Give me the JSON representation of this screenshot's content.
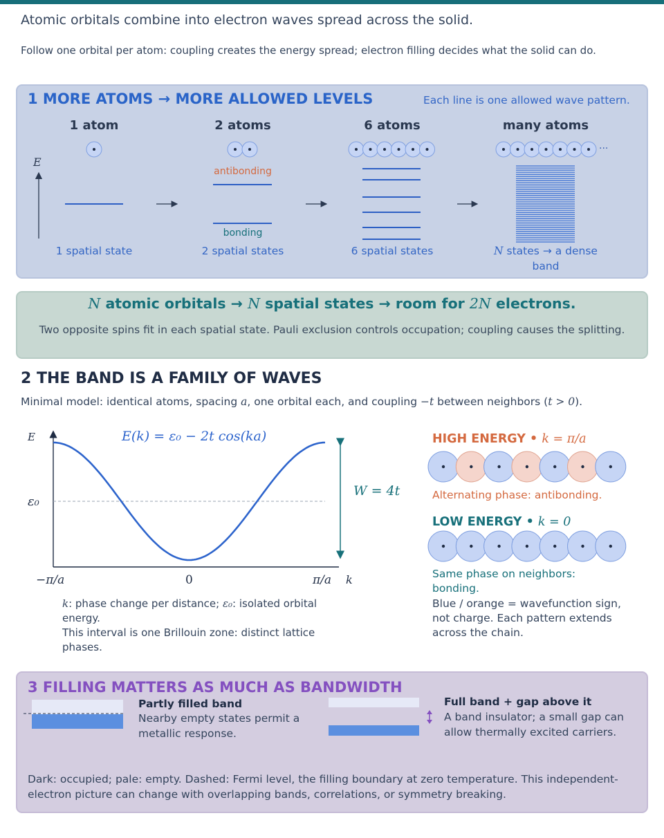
{
  "intro": {
    "title": "Atomic orbitals combine into electron waves spread across the solid.",
    "subtitle": "Follow one orbital per atom: coupling creates the energy spread; electron filling decides what the solid can do."
  },
  "section1": {
    "title": "1 MORE ATOMS → MORE ALLOWED LEVELS",
    "note": "Each line is one allowed wave pattern.",
    "energy_axis_label": "E",
    "columns": [
      {
        "heading": "1 atom",
        "caption": "1 spatial state"
      },
      {
        "heading": "2 atoms",
        "caption": "2 spatial states"
      },
      {
        "heading": "6 atoms",
        "caption": "6 spatial states"
      },
      {
        "heading": "many atoms",
        "caption_var": "N",
        "caption": " states → a dense band"
      }
    ],
    "antibonding_label": "antibonding",
    "bonding_label": "bonding",
    "ellipsis": "···"
  },
  "callout": {
    "headline_parts": [
      "N",
      " atomic orbitals → ",
      "N",
      " spatial states → room for ",
      "2N",
      " electrons."
    ],
    "body": "Two opposite spins fit in each spatial state. Pauli exclusion controls occupation; coupling causes the splitting."
  },
  "section2": {
    "title": "2 THE BAND IS A FAMILY OF WAVES",
    "subtitle_parts": [
      "Minimal model: identical atoms, spacing ",
      "a",
      ", one orbital each, and coupling ",
      "−t",
      " between neighbors (",
      "t > 0",
      ")."
    ],
    "plot": {
      "y_label": "E",
      "x_label": "k",
      "equation": "E(k) = ε₀ − 2t cos(ka)",
      "eps_label": "ε₀",
      "width_label": "W = 4t",
      "x_ticks": [
        "−π/a",
        "0",
        "π/a"
      ]
    },
    "caption_line1_var": "k",
    "caption_line1_mid": ": phase change per distance; ",
    "caption_line1_var2": "ε₀",
    "caption_line1_end": ": isolated orbital energy.",
    "caption_line2": "This interval is one Brillouin zone: distinct lattice phases.",
    "high": {
      "heading": "HIGH ENERGY • ",
      "heading_math": "k = π/a",
      "text": "Alternating phase: antibonding.",
      "phases": [
        "blue",
        "orange",
        "blue",
        "orange",
        "blue",
        "orange",
        "blue"
      ]
    },
    "low": {
      "heading": "LOW ENERGY • ",
      "heading_math": "k = 0",
      "text": "Same phase on neighbors: bonding.",
      "phases": [
        "blue",
        "blue",
        "blue",
        "blue",
        "blue",
        "blue",
        "blue"
      ]
    },
    "note": "Blue / orange = wavefunction sign, not charge. Each pattern extends across the chain."
  },
  "section3": {
    "title": "3 FILLING MATTERS AS MUCH AS BANDWIDTH",
    "metal": {
      "heading": "Partly filled band",
      "text": "Nearby empty states permit a metallic response."
    },
    "insulator": {
      "heading": "Full band + gap above it",
      "text": "A band insulator; a small gap can allow thermally excited carriers."
    },
    "footer": "Dark: occupied; pale: empty. Dashed: Fermi level, the filling boundary at zero temperature. This independent-electron picture can change with overlapping bands, correlations, or symmetry breaking."
  },
  "colors": {
    "accent_blue": "#2a64c8",
    "teal": "#17707a",
    "orange": "#d4693f",
    "purple": "#8450c0",
    "curve": "#2d64cc"
  },
  "chart_data": {
    "type": "line",
    "function": "E(k) = ε₀ − 2t cos(ka)",
    "x_range": [
      "−π/a",
      "π/a"
    ],
    "x_ticks": [
      "−π/a",
      "0",
      "π/a"
    ],
    "ylabel": "E",
    "xlabel": "k",
    "reference_line": "ε₀",
    "band_width": "W = 4t",
    "grid": false
  }
}
